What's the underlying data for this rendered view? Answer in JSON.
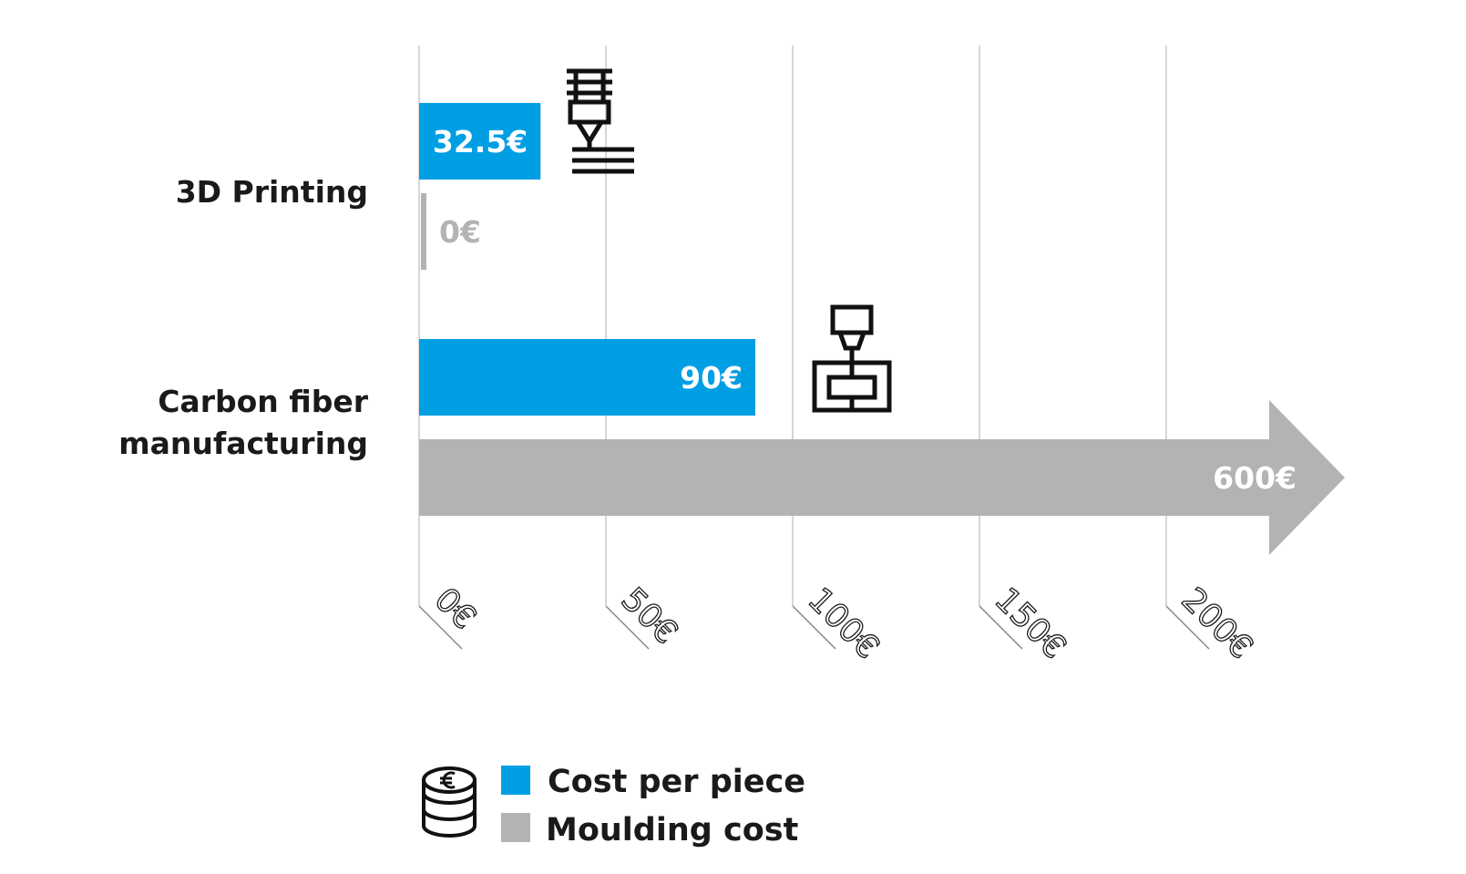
{
  "chart_data": {
    "type": "bar",
    "orientation": "horizontal",
    "categories": [
      "3D Printing",
      "Carbon fiber\nmanufacturing"
    ],
    "series": [
      {
        "name": "Cost per piece",
        "values": [
          32.5,
          90
        ],
        "labels": [
          "32.5€",
          "90€"
        ],
        "color": "#009fe3"
      },
      {
        "name": "Moulding cost",
        "values": [
          0,
          600
        ],
        "labels": [
          "0€",
          "600€"
        ],
        "color": "#b3b3b3"
      }
    ],
    "x_ticks": [
      0,
      50,
      100,
      150,
      200
    ],
    "x_tick_labels": [
      "0€",
      "50€",
      "100€",
      "150€",
      "200€"
    ],
    "xlim": [
      0,
      200
    ],
    "grid": true,
    "legend_position": "bottom",
    "overflow_arrow": "Moulding cost bar for Carbon fiber manufacturing extends past axis (arrow)"
  },
  "icons": {
    "printer": "3d-printer-icon",
    "mould": "mould-injection-icon",
    "coins": "euro-coins-icon"
  },
  "colors": {
    "blue": "#009fe3",
    "gray": "#b3b3b3",
    "text": "#1a1a1a",
    "grid": "#c8c8c8"
  }
}
